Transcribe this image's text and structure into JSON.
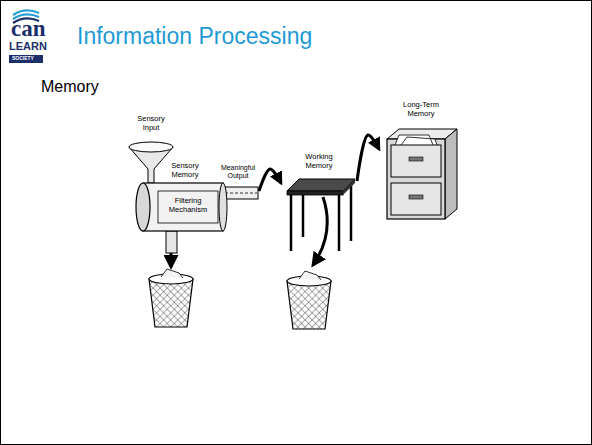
{
  "diagram": {
    "title": "Information Processing",
    "nodes": [
      {
        "text": [
          "Sensory Input"
        ]
      },
      {
        "text": [
          "Sensory Memory",
          "Filtering Mechanism"
        ]
      },
      {
        "text": [
          "Working Memory"
        ]
      },
      {
        "text": [
          "Long-Term Memory"
        ]
      }
    ],
    "edges": [
      {
        "from": 1,
        "to": 2,
        "arrow": "to"
      },
      {
        "from": 2,
        "to": 3,
        "arrow": "to"
      }
    ],
    "labels": [
      "can",
      "LEARN",
      "SOCIETY",
      "Memory",
      "Meaningful Output"
    ]
  }
}
